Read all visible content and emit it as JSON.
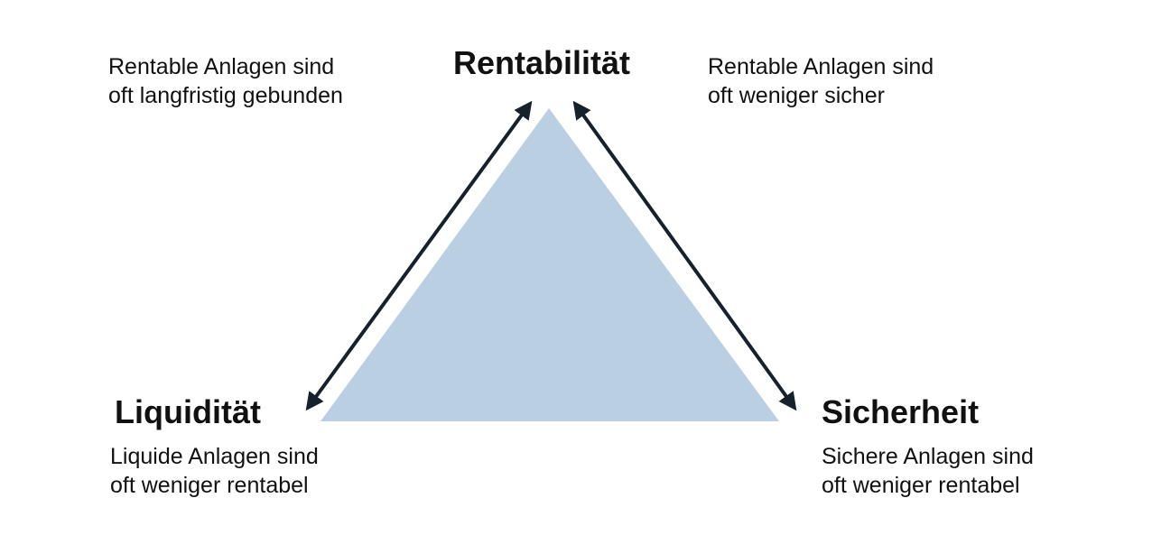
{
  "colors": {
    "triangle_fill": "#bacfe2",
    "arrow": "#16212c",
    "text": "#111111"
  },
  "vertices": {
    "top": "Rentabilität",
    "left": "Liquidität",
    "right": "Sicherheit"
  },
  "notes": {
    "top_left": [
      "Rentable Anlagen sind",
      "oft langfristig gebunden"
    ],
    "top_right": [
      "Rentable Anlagen sind",
      "oft weniger sicher"
    ],
    "bottom_left": [
      "Liquide Anlagen sind",
      "oft weniger rentabel"
    ],
    "bottom_right": [
      "Sichere Anlagen sind",
      "oft weniger rentabel"
    ]
  },
  "arrows": [
    {
      "from": "Liquidität",
      "to": "Rentabilität",
      "bidirectional": true
    },
    {
      "from": "Rentabilität",
      "to": "Sicherheit",
      "bidirectional": true
    }
  ]
}
